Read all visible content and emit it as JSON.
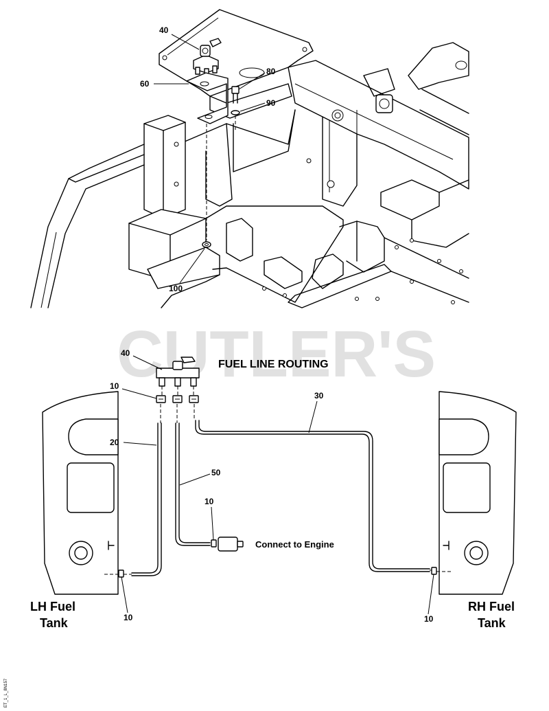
{
  "watermark": "CUTLER'S",
  "title": "FUEL LINE ROUTING",
  "tanks": {
    "left": [
      "LH Fuel",
      "Tank"
    ],
    "right": [
      "RH Fuel",
      "Tank"
    ]
  },
  "engine_label": "Connect to Engine",
  "callouts": {
    "c40_top": "40",
    "c60": "60",
    "c80": "80",
    "c90": "90",
    "c100": "100",
    "c40_bottom": "40",
    "c10_top": "10",
    "c30": "30",
    "c20": "20",
    "c50": "50",
    "c10_engine": "10",
    "c10_lh": "10",
    "c10_rh": "10"
  },
  "figure_code": "ET_1_L_8N157"
}
